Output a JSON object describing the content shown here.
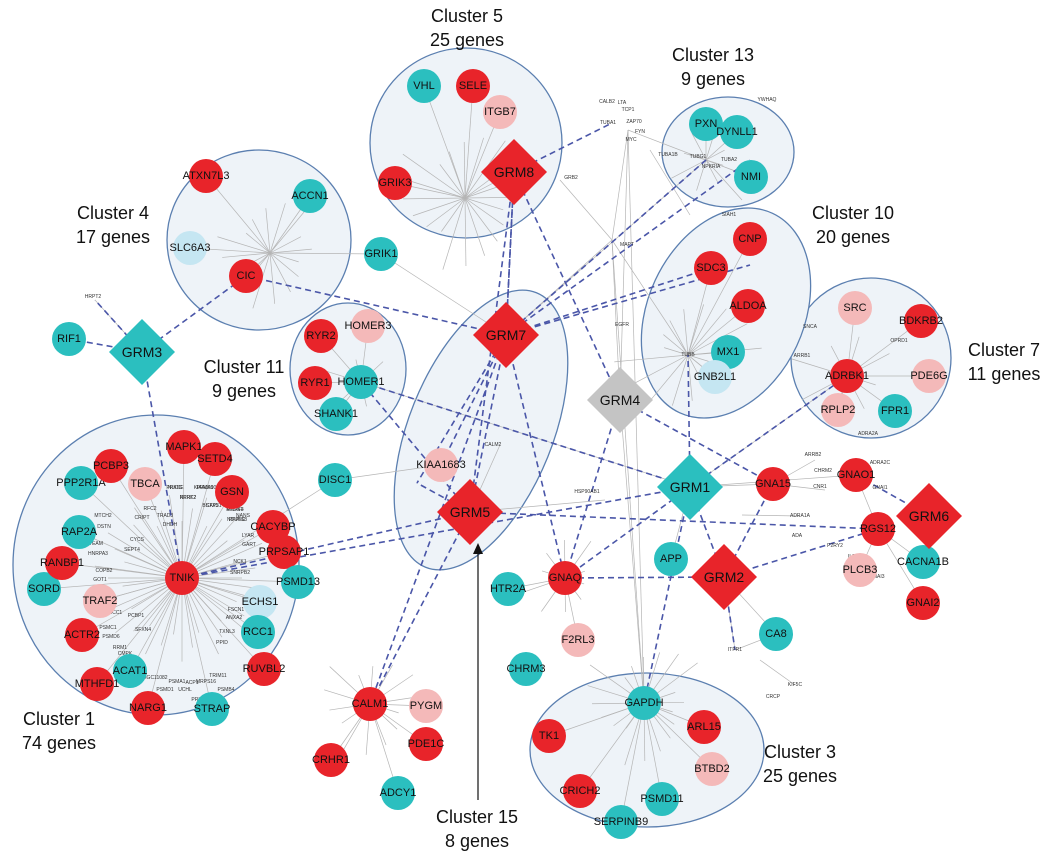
{
  "colors": {
    "red": "#e8242a",
    "teal": "#2bbfbf",
    "pink": "#f4b9b9",
    "lightblue": "#c5e6f2",
    "gray": "#c4c4c4",
    "cluster_fill": "#eef3f8",
    "cluster_stroke": "#5b7fb0",
    "dashed_edge": "#4a56a8",
    "thin_edge": "#b5b5b5"
  },
  "clusters": [
    {
      "id": "c1",
      "title": "Cluster 1",
      "count": "74 genes"
    },
    {
      "id": "c3",
      "title": "Cluster 3",
      "count": "25 genes"
    },
    {
      "id": "c4",
      "title": "Cluster 4",
      "count": "17 genes"
    },
    {
      "id": "c5",
      "title": "Cluster 5",
      "count": "25 genes"
    },
    {
      "id": "c7",
      "title": "Cluster 7",
      "count": "11 genes"
    },
    {
      "id": "c10",
      "title": "Cluster 10",
      "count": "20 genes"
    },
    {
      "id": "c11",
      "title": "Cluster 11",
      "count": "9 genes"
    },
    {
      "id": "c13",
      "title": "Cluster 13",
      "count": "9 genes"
    },
    {
      "id": "c15",
      "title": "Cluster 15",
      "count": "8 genes"
    }
  ],
  "receptors": [
    {
      "id": "GRM1",
      "label": "GRM1",
      "color": "teal"
    },
    {
      "id": "GRM2",
      "label": "GRM2",
      "color": "red"
    },
    {
      "id": "GRM3",
      "label": "GRM3",
      "color": "teal"
    },
    {
      "id": "GRM4",
      "label": "GRM4",
      "color": "gray"
    },
    {
      "id": "GRM5",
      "label": "GRM5",
      "color": "red"
    },
    {
      "id": "GRM6",
      "label": "GRM6",
      "color": "red"
    },
    {
      "id": "GRM7",
      "label": "GRM7",
      "color": "red"
    },
    {
      "id": "GRM8",
      "label": "GRM8",
      "color": "red"
    }
  ],
  "genes": [
    {
      "id": "TNIK",
      "color": "red"
    },
    {
      "id": "MAPK1",
      "color": "red"
    },
    {
      "id": "SETD4",
      "color": "red"
    },
    {
      "id": "GSN",
      "color": "red"
    },
    {
      "id": "CACYBP",
      "color": "red"
    },
    {
      "id": "PRPSAP1",
      "color": "red"
    },
    {
      "id": "PSMD13",
      "color": "teal"
    },
    {
      "id": "ECHS1",
      "color": "lightblue"
    },
    {
      "id": "RCC1",
      "color": "teal"
    },
    {
      "id": "RUVBL2",
      "color": "red"
    },
    {
      "id": "STRAP",
      "color": "teal"
    },
    {
      "id": "NARG1",
      "color": "red"
    },
    {
      "id": "ACAT1",
      "color": "teal"
    },
    {
      "id": "MTHFD1",
      "color": "red"
    },
    {
      "id": "ACTR2",
      "color": "red"
    },
    {
      "id": "SORD",
      "color": "teal"
    },
    {
      "id": "TRAF2",
      "color": "pink"
    },
    {
      "id": "RANBP1",
      "color": "red"
    },
    {
      "id": "RAP2A",
      "color": "teal"
    },
    {
      "id": "PPP2R1A",
      "color": "teal"
    },
    {
      "id": "PCBP3",
      "color": "red"
    },
    {
      "id": "TBCA",
      "color": "pink"
    },
    {
      "id": "CIC",
      "color": "red"
    },
    {
      "id": "ATXN7L3",
      "color": "red"
    },
    {
      "id": "ACCN1",
      "color": "teal"
    },
    {
      "id": "SLC6A3",
      "color": "lightblue"
    },
    {
      "id": "VHL",
      "color": "teal"
    },
    {
      "id": "SELE",
      "color": "red"
    },
    {
      "id": "ITGB7",
      "color": "pink"
    },
    {
      "id": "GRIK3",
      "color": "red"
    },
    {
      "id": "PXN",
      "color": "teal"
    },
    {
      "id": "DYNLL1",
      "color": "teal"
    },
    {
      "id": "NMI",
      "color": "teal"
    },
    {
      "id": "CNP",
      "color": "red"
    },
    {
      "id": "SDC3",
      "color": "red"
    },
    {
      "id": "ALDOA",
      "color": "red"
    },
    {
      "id": "MX1",
      "color": "teal"
    },
    {
      "id": "GNB2L1",
      "color": "lightblue"
    },
    {
      "id": "SRC",
      "color": "pink"
    },
    {
      "id": "BDKRB2",
      "color": "red"
    },
    {
      "id": "ADRBK1",
      "color": "red"
    },
    {
      "id": "PDE6G",
      "color": "pink"
    },
    {
      "id": "RPLP2",
      "color": "pink"
    },
    {
      "id": "FPR1",
      "color": "teal"
    },
    {
      "id": "RYR2",
      "color": "red"
    },
    {
      "id": "RYR1",
      "color": "red"
    },
    {
      "id": "HOMER3",
      "color": "pink"
    },
    {
      "id": "HOMER1",
      "color": "teal"
    },
    {
      "id": "SHANK1",
      "color": "teal"
    },
    {
      "id": "GRIK1",
      "color": "teal"
    },
    {
      "id": "RIF1",
      "color": "teal"
    },
    {
      "id": "DISC1",
      "color": "teal"
    },
    {
      "id": "KIAA1683",
      "color": "pink"
    },
    {
      "id": "GNA15",
      "color": "red"
    },
    {
      "id": "GNAO1",
      "color": "red"
    },
    {
      "id": "RGS12",
      "color": "red"
    },
    {
      "id": "CACNA1B",
      "color": "teal"
    },
    {
      "id": "PLCB3",
      "color": "pink"
    },
    {
      "id": "GNAI2",
      "color": "red"
    },
    {
      "id": "APP",
      "color": "teal"
    },
    {
      "id": "GNAQ",
      "color": "red"
    },
    {
      "id": "HTR2A",
      "color": "teal"
    },
    {
      "id": "F2RL3",
      "color": "pink"
    },
    {
      "id": "CHRM3",
      "color": "teal"
    },
    {
      "id": "CA8",
      "color": "teal"
    },
    {
      "id": "CALM1",
      "color": "red"
    },
    {
      "id": "PYGM",
      "color": "pink"
    },
    {
      "id": "PDE1C",
      "color": "red"
    },
    {
      "id": "CRHR1",
      "color": "red"
    },
    {
      "id": "ADCY1",
      "color": "teal"
    },
    {
      "id": "GAPDH",
      "color": "teal"
    },
    {
      "id": "TK1",
      "color": "red"
    },
    {
      "id": "ARL15",
      "color": "red"
    },
    {
      "id": "BTBD2",
      "color": "pink"
    },
    {
      "id": "CRICH2",
      "color": "red"
    },
    {
      "id": "PSMD11",
      "color": "teal"
    },
    {
      "id": "SERPINB9",
      "color": "teal"
    }
  ],
  "small_labels": [
    "NUDC",
    "KIAA0090",
    "PRRT2",
    "BCAP31",
    "PFDN1",
    "NDUFS8",
    "MTCH2",
    "DSTN",
    "TEAM",
    "HNRPA3",
    "COPB2",
    "GOT1",
    "SARS",
    "SMARCC1",
    "PSMC1",
    "PSMD6",
    "RRM1",
    "CMPK",
    "MGC11082",
    "PSMD1",
    "PSMA1",
    "ACP1",
    "MRPS16",
    "TRIM11",
    "PSMB4",
    "PPID",
    "TXNL3",
    "ANXA2",
    "FSCN1",
    "SNRPB2",
    "NCK1",
    "GART",
    "LYAR",
    "NANS",
    "DHDH",
    "TRAD3",
    "RFC2",
    "CRIPT",
    "CYCS",
    "SEPT4",
    "PCBP1",
    "SFXN4",
    "UCHL",
    "PRKCA",
    "PRKCE",
    "PPMA1",
    "NTRK2",
    "STX5",
    "MORF4",
    "PPP5C"
  ],
  "hub_labels": [
    "HRPT2",
    "CALM2",
    "EGFR",
    "SIAH1",
    "MAPT",
    "GRB2",
    "CALB2",
    "LTA",
    "TCP1",
    "TUBA1",
    "ZAP70",
    "FYN",
    "MYC",
    "TUBA1B",
    "TUBG1",
    "TUBA2",
    "YWHAQ",
    "NPKRIA",
    "TUBB",
    "SNCA",
    "ADRA2A",
    "ADRA2C",
    "ITPR1",
    "HSP90AB1",
    "ARRB2",
    "CHRM2",
    "CNR1",
    "GNAI1",
    "OPRD1",
    "ARRB1",
    "ADRA1A",
    "ADA",
    "P2RY2",
    "ILB1R",
    "GNAI3",
    "KIF5C",
    "CRCP"
  ]
}
